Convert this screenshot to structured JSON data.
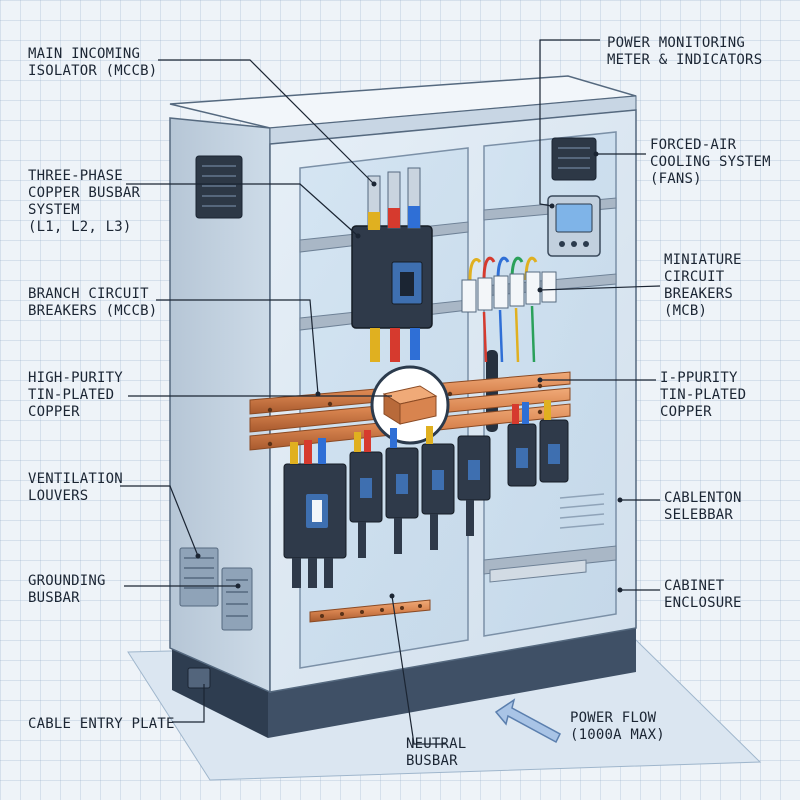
{
  "labels": {
    "main_incoming": [
      "MAIN INCOMING",
      "ISOLATOR (MCCB)"
    ],
    "three_phase": [
      "THREE-PHASE",
      "COPPER BUSBAR",
      "SYSTEM",
      "(L1, L2, L3)"
    ],
    "branch": [
      "BRANCH CIRCUIT",
      "BREAKERS (MCCB)"
    ],
    "tin_left": [
      "HIGH-PURITY",
      "TIN-PLATED",
      "COPPER"
    ],
    "ventilation": [
      "VENTILATION",
      "LOUVERS"
    ],
    "grounding": [
      "GROUNDING",
      "BUSBAR"
    ],
    "cable_entry": [
      "CABLE ENTRY PLATE"
    ],
    "neutral": [
      "NEUTRAL",
      "BUSBAR"
    ],
    "power_flow": [
      "POWER FLOW",
      "(1000A MAX)"
    ],
    "power_monitor": [
      "POWER MONITORING",
      "METER & INDICATORS"
    ],
    "forced_air": [
      "FORCED-AIR",
      "COOLING SYSTEM",
      "(FANS)"
    ],
    "mcb": [
      "MINIATURE",
      "CIRCUIT",
      "BREAKERS",
      "(MCB)"
    ],
    "tin_right": [
      "I-PPURITY",
      "TIN-PLATED",
      "COPPER"
    ],
    "cablenton": [
      "CABLENTON",
      "SELEBBAR"
    ],
    "cabinet": [
      "CABINET",
      "ENCLOSURE"
    ]
  },
  "colors": {
    "cabinet": "#d9e6f1",
    "copper": "#d8844f",
    "breaker": "#2f3a4a",
    "phase_l1": "#e0b020",
    "phase_l2": "#d63a2e",
    "phase_l3": "#2f6fd6",
    "leader": "#1b2533"
  }
}
